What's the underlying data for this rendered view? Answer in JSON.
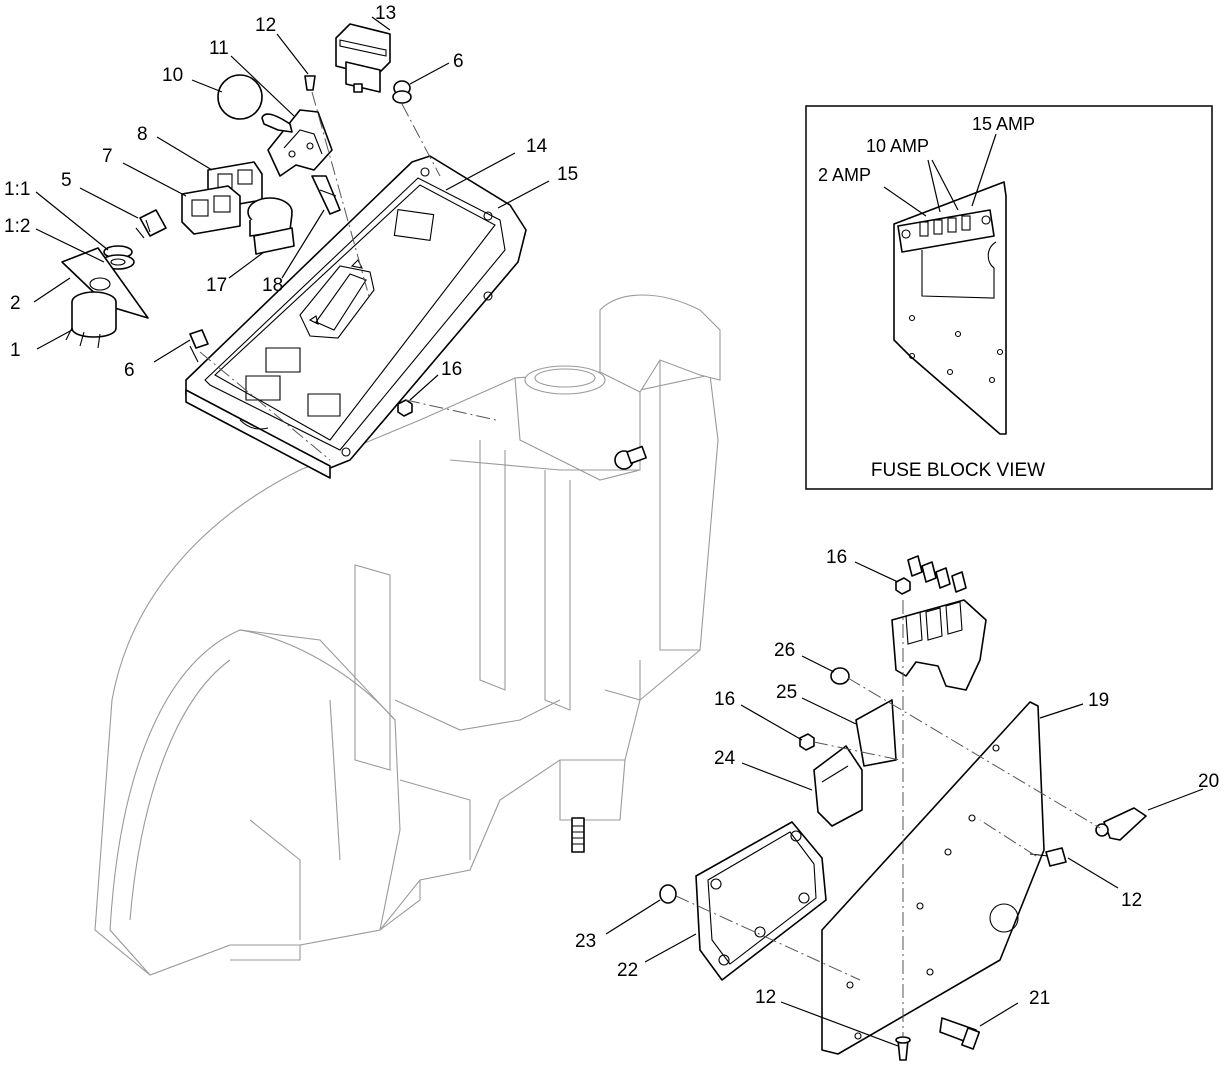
{
  "inset": {
    "title": "FUSE BLOCK VIEW",
    "labels": [
      "2 AMP",
      "10 AMP",
      "15 AMP"
    ]
  },
  "callouts": [
    "1",
    "1:1",
    "1:2",
    "2",
    "5",
    "6",
    "7",
    "8",
    "10",
    "11",
    "12",
    "13",
    "6",
    "14",
    "15",
    "17",
    "18",
    "16",
    "16",
    "26",
    "25",
    "16",
    "24",
    "19",
    "20",
    "12",
    "23",
    "22",
    "12",
    "21"
  ]
}
